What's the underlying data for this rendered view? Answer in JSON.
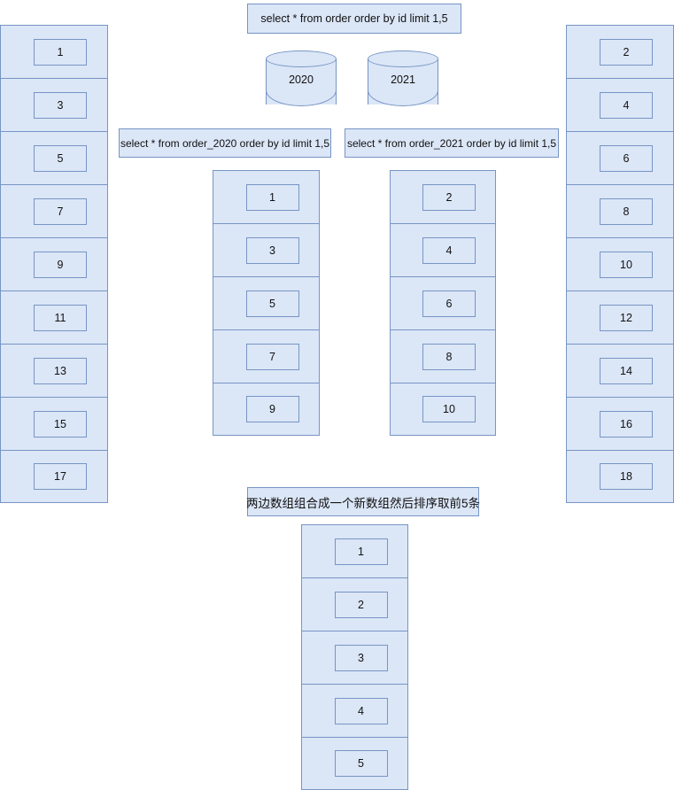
{
  "diagram": {
    "title_query": "select * from order order by id limit 1,5",
    "merge_caption": "两边数组组合成一个新数组然后排序取前5条",
    "databases": [
      {
        "name": "db-2020",
        "label": "2020"
      },
      {
        "name": "db-2021",
        "label": "2021"
      }
    ],
    "shard_queries": [
      {
        "name": "query-order-2020",
        "text": "select * from order_2020 order by id limit 1,5"
      },
      {
        "name": "query-order-2021",
        "text": "select * from order_2021 order by id limit 1,5"
      }
    ],
    "columns": {
      "source_odd": {
        "name": "source-table-2020",
        "values": [
          "1",
          "3",
          "5",
          "7",
          "9",
          "11",
          "13",
          "15",
          "17"
        ]
      },
      "source_even": {
        "name": "source-table-2021",
        "values": [
          "2",
          "4",
          "6",
          "8",
          "10",
          "12",
          "14",
          "16",
          "18"
        ]
      },
      "result_odd": {
        "name": "result-set-2020",
        "values": [
          "1",
          "3",
          "5",
          "7",
          "9"
        ]
      },
      "result_even": {
        "name": "result-set-2021",
        "values": [
          "2",
          "4",
          "6",
          "8",
          "10"
        ]
      },
      "merged": {
        "name": "merged-result-set",
        "values": [
          "1",
          "2",
          "3",
          "4",
          "5"
        ]
      }
    },
    "colors": {
      "fill": "#dbe6f7",
      "stroke": "#7795c4",
      "text": "#111111",
      "background": "#ffffff"
    }
  }
}
